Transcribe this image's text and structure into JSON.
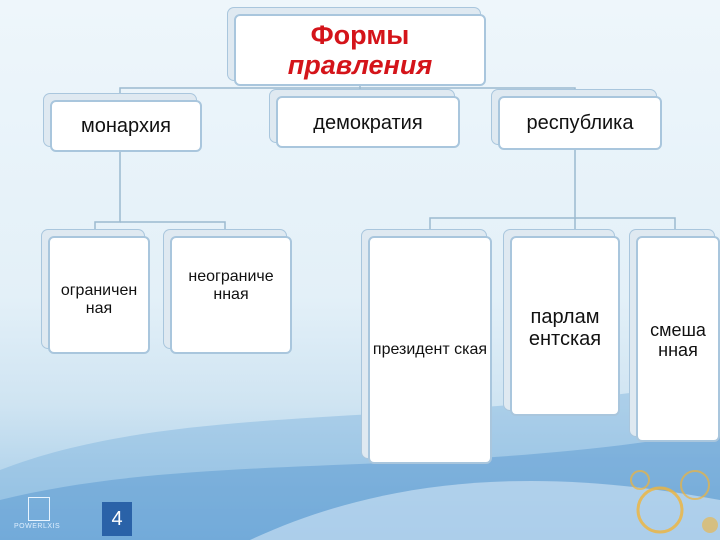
{
  "diagram": {
    "title_line1": "Формы",
    "title_line2": "правления",
    "monarchy": "монархия",
    "democracy": "демократия",
    "republic": "республика",
    "limited": "ограничен ная",
    "unlimited": "неограниче нная",
    "presidential": "президент ская",
    "parliamentary": "парлам ентская",
    "mixed": "смеша нная"
  },
  "footer": {
    "brand": "POWERLXIS",
    "page_number": "4"
  },
  "colors": {
    "title": "#d4141a",
    "box_border": "#a9c6dd",
    "connector": "#9bbad0",
    "page_badge": "#2a62a8"
  }
}
